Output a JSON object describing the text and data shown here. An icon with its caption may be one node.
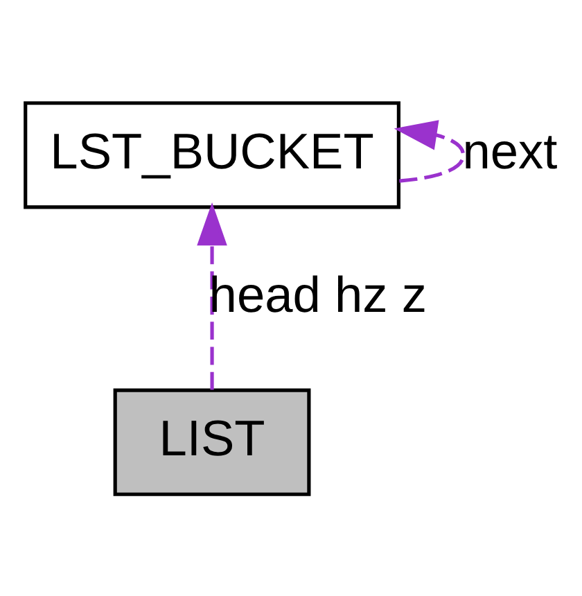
{
  "diagram": {
    "nodes": [
      {
        "text": [
          "LST_BUCKET"
        ]
      },
      {
        "text": [
          "LIST"
        ]
      }
    ],
    "edges": [
      {
        "from": 0,
        "to": 0,
        "arrow": "to",
        "label": "next",
        "style": "dashed",
        "color": "#9a32cd"
      },
      {
        "from": 1,
        "to": 0,
        "arrow": "to",
        "label": "head hz z",
        "style": "dashed",
        "color": "#9a32cd"
      }
    ]
  }
}
